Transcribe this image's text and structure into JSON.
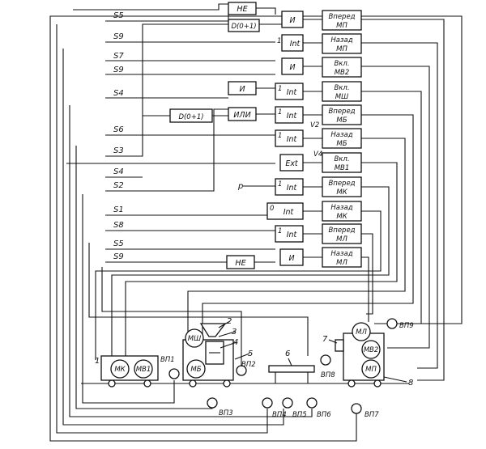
{
  "signals": {
    "s5a": "S5",
    "s9a": "S9",
    "s7": "S7",
    "s9b": "S9",
    "s4a": "S4",
    "s6": "S6",
    "s3": "S3",
    "s4b": "S4",
    "s2": "S2",
    "s1": "S1",
    "s8": "S8",
    "s5b": "S5",
    "s9c": "S9",
    "p": "p",
    "v2": "V2",
    "v4": "V4"
  },
  "logic": {
    "ne_top": "НЕ",
    "d_top": "D(0+1)",
    "and1": "И",
    "int_top": "Int",
    "and2": "И",
    "and3": "И",
    "int2": "Int",
    "d_mid": "D(0+1)",
    "or": "ИЛИ",
    "int3": "Int",
    "int4": "Int",
    "ext": "Ext",
    "int5": "Int",
    "int6": "Int",
    "int7": "Int",
    "ne_bot": "НЕ",
    "and_bot": "И",
    "one": "1",
    "zero": "0"
  },
  "outputs": [
    {
      "l1": "Вперед",
      "l2": "МП"
    },
    {
      "l1": "Назад",
      "l2": "МП"
    },
    {
      "l1": "Вкл.",
      "l2": "МВ2"
    },
    {
      "l1": "Вкл.",
      "l2": "МШ"
    },
    {
      "l1": "Вперед",
      "l2": "МБ"
    },
    {
      "l1": "Назад",
      "l2": "МБ"
    },
    {
      "l1": "Вкл.",
      "l2": "МВ1"
    },
    {
      "l1": "Вперед",
      "l2": "МК"
    },
    {
      "l1": "Назад",
      "l2": "МК"
    },
    {
      "l1": "Вперед",
      "l2": "МЛ"
    },
    {
      "l1": "Назад",
      "l2": "МЛ"
    }
  ],
  "equipment": {
    "mk": "МК",
    "mv1": "МВ1",
    "msh": "МШ",
    "mb": "МБ",
    "ml": "МЛ",
    "mv2": "МВ2",
    "mp": "МП"
  },
  "sensors": {
    "vp1": "ВП1",
    "vp2": "ВП2",
    "vp3": "ВП3",
    "vp4": "ВП4",
    "vp5": "ВП5",
    "vp6": "ВП6",
    "vp7": "ВП7",
    "vp8": "ВП8",
    "vp9": "ВП9"
  },
  "callouts": {
    "n1": "1",
    "n2": "2",
    "n3": "3",
    "n4": "4",
    "n5": "5",
    "n6": "6",
    "n7": "7",
    "n8": "8"
  }
}
